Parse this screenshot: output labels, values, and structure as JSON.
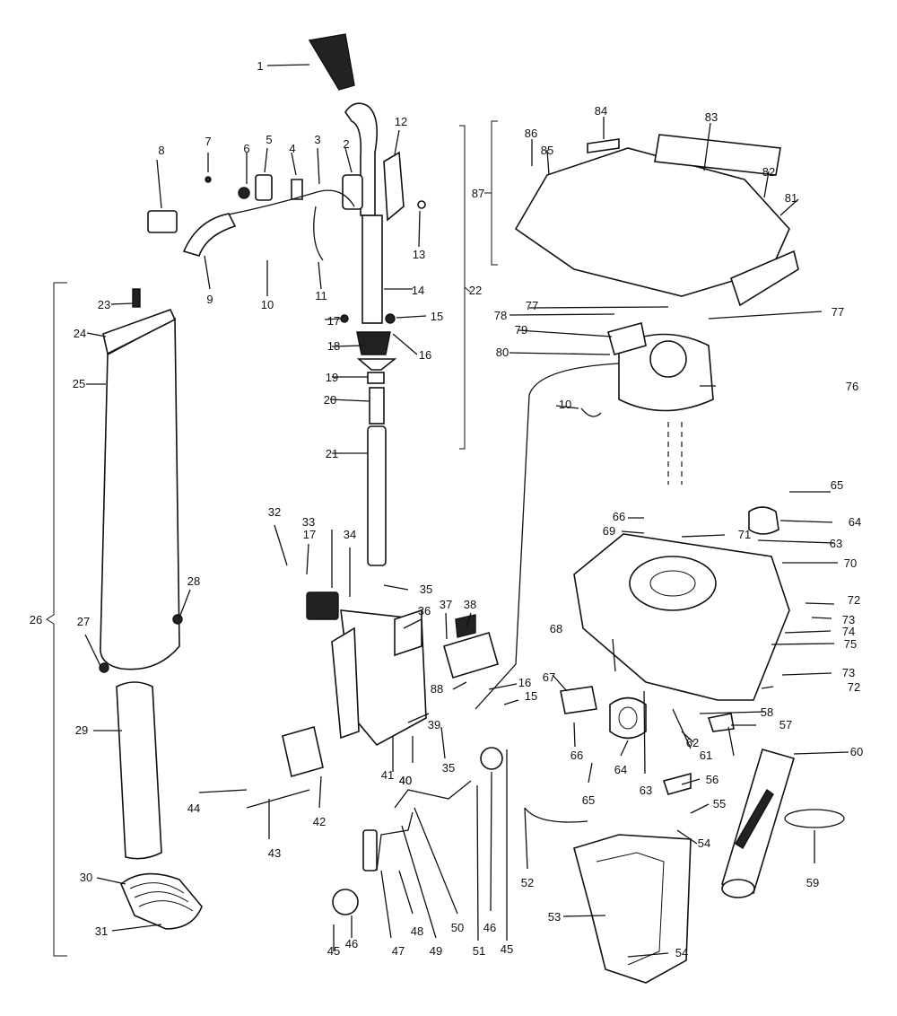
{
  "labels": [
    "1",
    "2",
    "3",
    "4",
    "5",
    "6",
    "7",
    "8",
    "9",
    "10",
    "11",
    "12",
    "13",
    "14",
    "15",
    "16",
    "17",
    "18",
    "19",
    "20",
    "21",
    "22",
    "23",
    "24",
    "25",
    "26",
    "27",
    "28",
    "29",
    "30",
    "31",
    "32",
    "33",
    "34",
    "35",
    "36",
    "37",
    "38",
    "39",
    "40",
    "41",
    "42",
    "43",
    "44",
    "45",
    "46",
    "47",
    "48",
    "49",
    "50",
    "51",
    "52",
    "53",
    "54",
    "55",
    "56",
    "57",
    "58",
    "59",
    "60",
    "61",
    "62",
    "63",
    "64",
    "65",
    "66",
    "67",
    "68",
    "69",
    "70",
    "71",
    "72",
    "73",
    "74",
    "75",
    "76",
    "77",
    "78",
    "79",
    "80",
    "81",
    "82",
    "83",
    "84",
    "85",
    "86",
    "87",
    "88"
  ]
}
